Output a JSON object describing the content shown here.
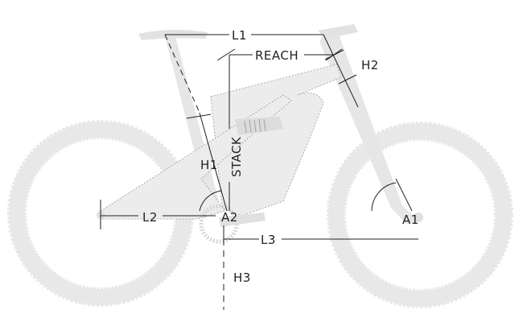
{
  "diagram": {
    "labels": {
      "l1": "L1",
      "reach": "REACH",
      "h2": "H2",
      "stack": "STACK",
      "h1": "H1",
      "l2": "L2",
      "a2": "A2",
      "a1": "A1",
      "l3": "L3",
      "h3": "H3"
    },
    "colors": {
      "tire": "#e8e8e8",
      "frame": "#e6e6e6",
      "frame_outline": "#9a9a9a",
      "dimension_line": "#1f1f1f",
      "label": "#222222"
    }
  }
}
